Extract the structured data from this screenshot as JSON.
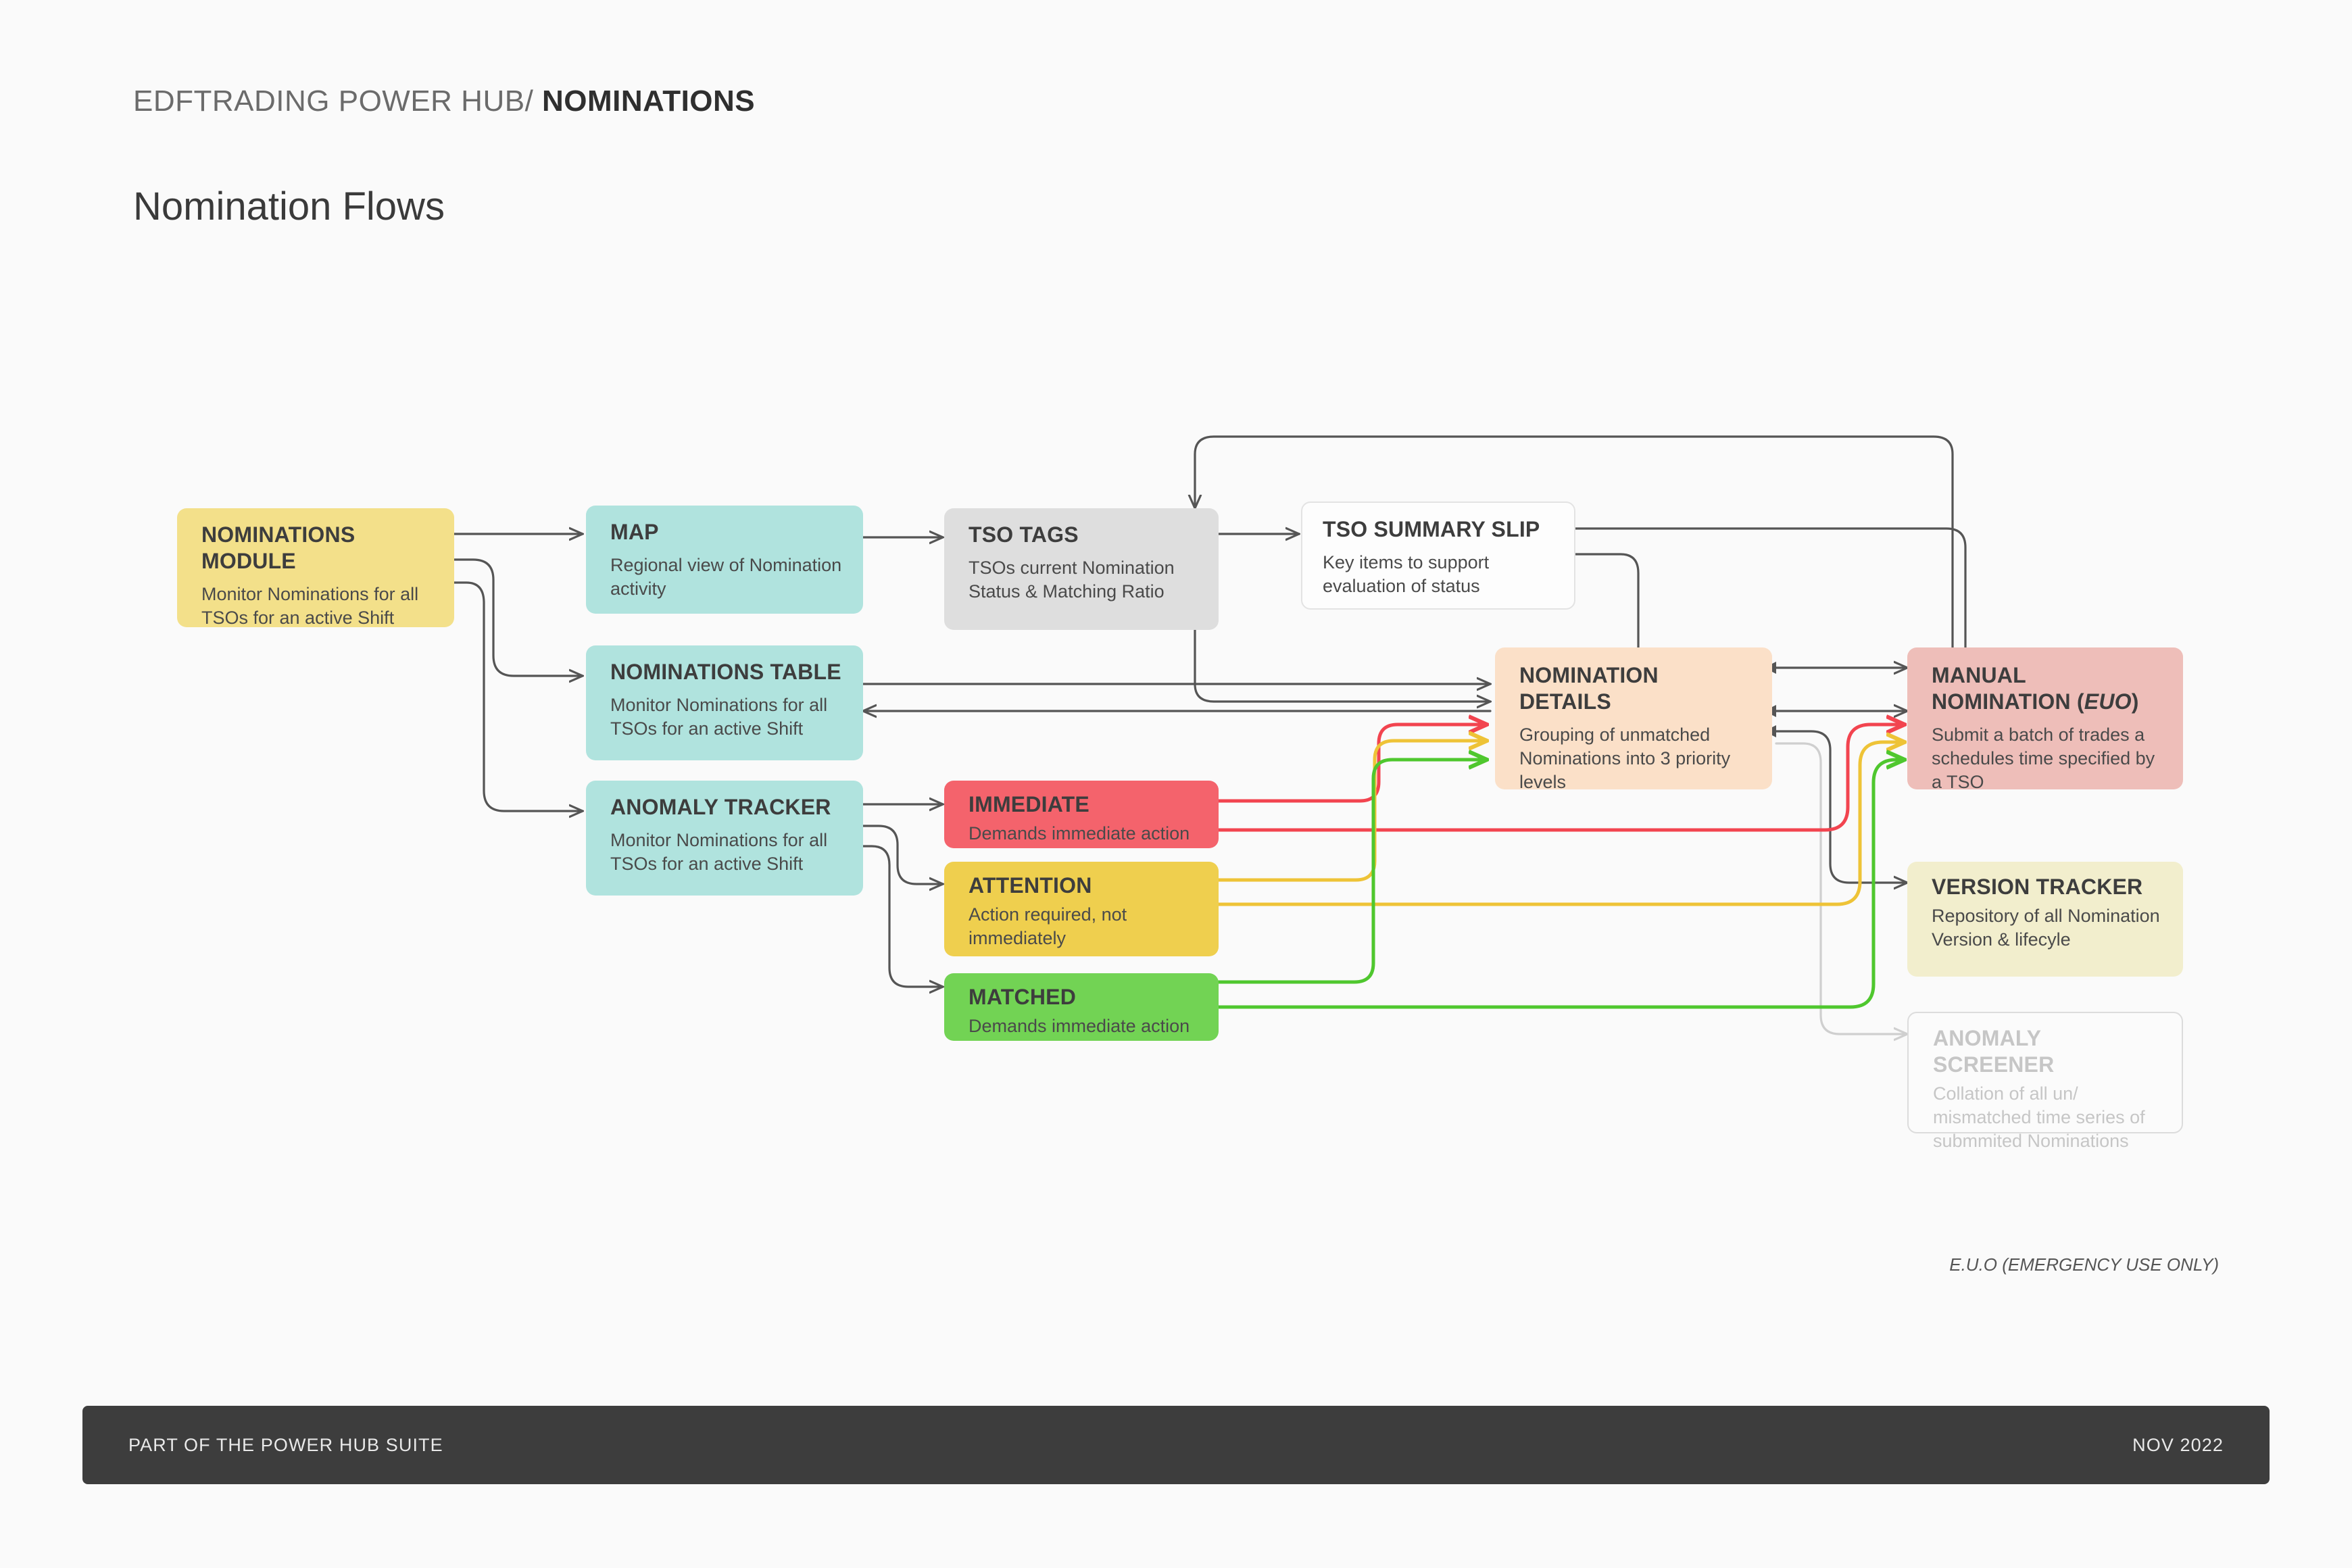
{
  "header": {
    "breadcrumb_prefix": "EDFTRADING POWER HUB/ ",
    "breadcrumb_current": "NOMINATIONS",
    "page_title": "Nomination Flows"
  },
  "legend": {
    "euo_note": "E.U.O (EMERGENCY USE ONLY)"
  },
  "footer": {
    "left": "PART OF THE POWER HUB SUITE",
    "right": "NOV 2022"
  },
  "colors": {
    "yellow": "#f3e08a",
    "teal": "#b0e3de",
    "grey": "#dedede",
    "white": "#fdfdfd",
    "peach": "#fbe0c8",
    "pink": "#eebeb9",
    "red": "#f4636c",
    "amber": "#efcf4e",
    "green": "#72d354",
    "cream": "#f2eecd",
    "ghost": "#fbfbfb",
    "wire": "#555555",
    "wire_faint": "#cfcfcf",
    "footer_bar": "#3d3d3d",
    "background": "#fafafa"
  },
  "nodes": [
    {
      "id": "nominations-module",
      "title": "NOMINATIONS MODULE",
      "desc": "Monitor Nominations for all TSOs for an active Shift"
    },
    {
      "id": "map",
      "title": "MAP",
      "desc": "Regional view of Nomination activity"
    },
    {
      "id": "nominations-table",
      "title": "NOMINATIONS TABLE",
      "desc": "Monitor Nominations for all TSOs for an active Shift"
    },
    {
      "id": "anomaly-tracker",
      "title": "ANOMALY TRACKER",
      "desc": "Monitor Nominations for all TSOs for an active Shift"
    },
    {
      "id": "tso-tags",
      "title": "TSO TAGS",
      "desc": "TSOs current Nomination Status & Matching Ratio"
    },
    {
      "id": "tso-summary-slip",
      "title": "TSO SUMMARY SLIP",
      "desc": "Key items to support evaluation of status"
    },
    {
      "id": "nomination-details",
      "title": "NOMINATION DETAILS",
      "desc": "Grouping of unmatched Nominations into 3 priority levels"
    },
    {
      "id": "manual-nomination",
      "title_part1": "MANUAL NOMINATION (",
      "title_em": "EUO",
      "title_part2": ")",
      "desc": "Submit a batch of trades a schedules time specified by a TSO"
    },
    {
      "id": "immediate",
      "title": "IMMEDIATE",
      "desc": "Demands immediate action"
    },
    {
      "id": "attention",
      "title": "ATTENTION",
      "desc": "Action required, not immediately"
    },
    {
      "id": "matched",
      "title": "MATCHED",
      "desc": "Demands immediate action"
    },
    {
      "id": "version-tracker",
      "title": "VERSION TRACKER",
      "desc": "Repository of all Nomination Version & lifecyle"
    },
    {
      "id": "anomaly-screener",
      "title": "ANOMALY SCREENER",
      "desc": "Collation of all un/ mismatched time series of submmited Nominations"
    }
  ]
}
